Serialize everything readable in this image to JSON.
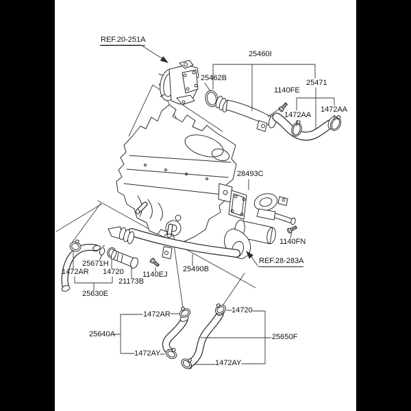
{
  "page": {
    "background_color": "#000000",
    "panel_color": "#ffffff",
    "ink_color": "#2b2b2b",
    "label_color": "#111111"
  },
  "diagram": {
    "kind": "engine-coolant-hose-parts-diagram",
    "part_labels": {
      "ref_20_251a": {
        "text": "REF.20-251A"
      },
      "c25460i": {
        "text": "25460I"
      },
      "c25462b": {
        "text": "25462B"
      },
      "c25471": {
        "text": "25471"
      },
      "b1140fe": {
        "text": "1140FE"
      },
      "c1472aa_left": {
        "text": "1472AA"
      },
      "c1472aa_right": {
        "text": "1472AA"
      },
      "g28493c": {
        "text": "28493C"
      },
      "b1140fn": {
        "text": "1140FN"
      },
      "ref_28_283a": {
        "text": "REF.28-283A"
      },
      "h25671h": {
        "text": "25671H"
      },
      "c1472ar_upper": {
        "text": "1472AR"
      },
      "c14720_upper": {
        "text": "14720"
      },
      "b1140ej": {
        "text": "1140EJ"
      },
      "p21173b": {
        "text": "21173B"
      },
      "h25490b": {
        "text": "25490B"
      },
      "h25630e": {
        "text": "25630E"
      },
      "c1472ar_lower": {
        "text": "1472AR"
      },
      "c14720_lower": {
        "text": "14720"
      },
      "h25640a": {
        "text": "25640A"
      },
      "h25650f": {
        "text": "25650F"
      },
      "c1472ay_left": {
        "text": "1472AY"
      },
      "c1472ay_bottom": {
        "text": "1472AY"
      }
    }
  }
}
